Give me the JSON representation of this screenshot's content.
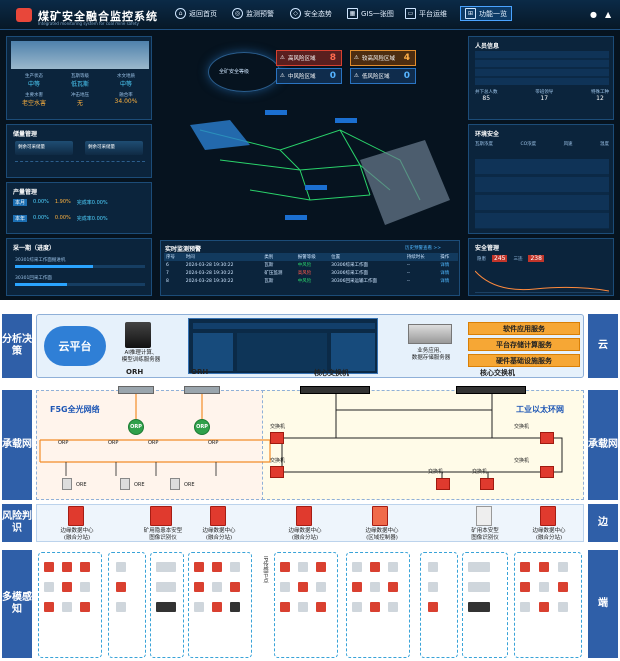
{
  "dashboard": {
    "title": "煤矿安全融合监控系统",
    "subtitle": "Integrated monitoring system for coal mine safety",
    "nav": [
      {
        "label": "返回首页",
        "icon": "home-icon"
      },
      {
        "label": "监测预警",
        "icon": "target-icon"
      },
      {
        "label": "安全态势",
        "icon": "shield-icon"
      },
      {
        "label": "GIS一张图",
        "icon": "map-icon"
      },
      {
        "label": "平台运维",
        "icon": "monitor-icon"
      },
      {
        "label": "功能一览",
        "icon": "grid-icon"
      }
    ],
    "mine_info": {
      "cells": [
        {
          "label": "生产状态",
          "value": "中等"
        },
        {
          "label": "瓦斯等级",
          "value": "低瓦斯"
        },
        {
          "label": "水文地质",
          "value": "中等"
        },
        {
          "label": "主要水害",
          "value": "老空水害"
        },
        {
          "label": "冲击地压",
          "value": "无"
        },
        {
          "label": "融合率",
          "value": "34.00%"
        }
      ]
    },
    "safety_level": "全矿安全等级",
    "zones": [
      {
        "label": "高风险区域",
        "count": "8",
        "color": "#d6402f"
      },
      {
        "label": "较高风险区域",
        "count": "4",
        "color": "#e38d2c"
      },
      {
        "label": "中风险区域",
        "count": "0",
        "color": "#2a74c2"
      },
      {
        "label": "低风险区域",
        "count": "0",
        "color": "#2a74c2"
      }
    ],
    "left_panels": {
      "reserve_title": "储量管理",
      "reserve_items": [
        "剩余可采储量",
        "剩余可采储量"
      ],
      "production_title": "产量管理",
      "production_rows": [
        {
          "tag": "本月",
          "a": "0.00%",
          "b": "1.90%",
          "c": "完成率0.00%"
        },
        {
          "tag": "本年",
          "a": "0.00%",
          "b": "0.00%",
          "c": "完成率0.00%"
        }
      ],
      "workface_title": "采一期（进度）",
      "workface_rows": [
        "30301综采工作面掘进机",
        "30301回采工作面"
      ]
    },
    "alarm_table": {
      "title": "实时监测预警",
      "link": "历史预警查看 >>",
      "headers": [
        "序号",
        "时间",
        "类别",
        "报警等级",
        "位置",
        "持续时长",
        "操作"
      ],
      "rows": [
        [
          "6",
          "2024-03-28 19:30:22",
          "瓦斯",
          "中风险",
          "30306综采工作面",
          "--",
          "详情"
        ],
        [
          "7",
          "2024-03-28 19:30:22",
          "矿压监测",
          "高风险",
          "30306综采工作面",
          "--",
          "详情"
        ],
        [
          "8",
          "2024-03-28 19:30:22",
          "瓦斯",
          "中风险",
          "30306回采运输工作面",
          "--",
          "详情"
        ]
      ]
    },
    "right_panels": {
      "personnel_title": "人员信息",
      "personnel_stats": [
        {
          "label": "井下总人数",
          "value": "85"
        },
        {
          "label": "带班领导",
          "value": "17"
        },
        {
          "label": "特殊工种",
          "value": "12"
        }
      ],
      "env_title": "环境安全",
      "env_stats": [
        "瓦斯浓度",
        "CO浓度",
        "风速",
        "温度"
      ],
      "safety_title": "安全管理",
      "safety_stats": [
        {
          "label": "隐患",
          "value": "245"
        },
        {
          "label": "三违",
          "value": "238"
        }
      ]
    }
  },
  "architecture": {
    "rows": [
      {
        "label": "分析决策",
        "right": "云"
      },
      {
        "label": "承载网",
        "right": "承载网"
      },
      {
        "label": "风险判识",
        "right": "边"
      },
      {
        "label": "多模感知",
        "right": "端"
      }
    ],
    "cloud": "云平台",
    "ai_server": "AI推理计算、\n模型训练服务器",
    "biz_server": "业务应用、\n数据存储服务器",
    "services": [
      "软件应用服务",
      "平台存储计算服务",
      "硬件基础设施服务"
    ],
    "left_net": {
      "title": "F5G全光网络",
      "orh": [
        "ORH",
        "ORH"
      ],
      "orp": "ORP",
      "ore": "ORE"
    },
    "right_net": {
      "title": "工业以太环网",
      "core": [
        "核心交换机",
        "核心交换机"
      ],
      "switch": "交换机"
    },
    "edge": [
      "边缘数据中心\n(融合分站)",
      "矿用隐患本安型\n图像识别仪",
      "边缘数据中心\n(融合分站)",
      "边缘数据中心\n(融合分站)",
      "边缘数据中心\n(区域控制器)",
      "矿用本安型\n图像识别仪",
      "边缘数据中心\n(融合分站)"
    ],
    "ip_sensor": "IP传感节点"
  }
}
